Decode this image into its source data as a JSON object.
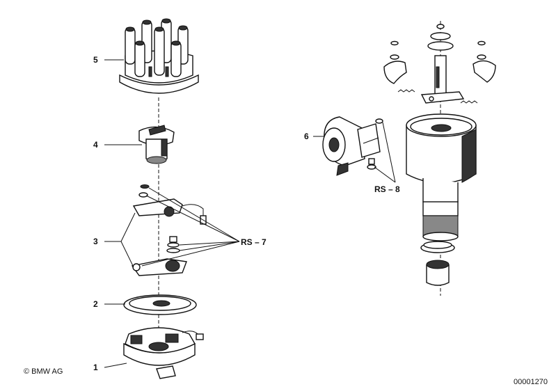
{
  "callouts": {
    "c1": "1",
    "c2": "2",
    "c3": "3",
    "c4": "4",
    "c5": "5",
    "c6": "6",
    "rs7": "RS – 7",
    "rs8": "RS – 8"
  },
  "footer": {
    "copyright": "© BMW AG",
    "diagram_number": "00001270"
  }
}
